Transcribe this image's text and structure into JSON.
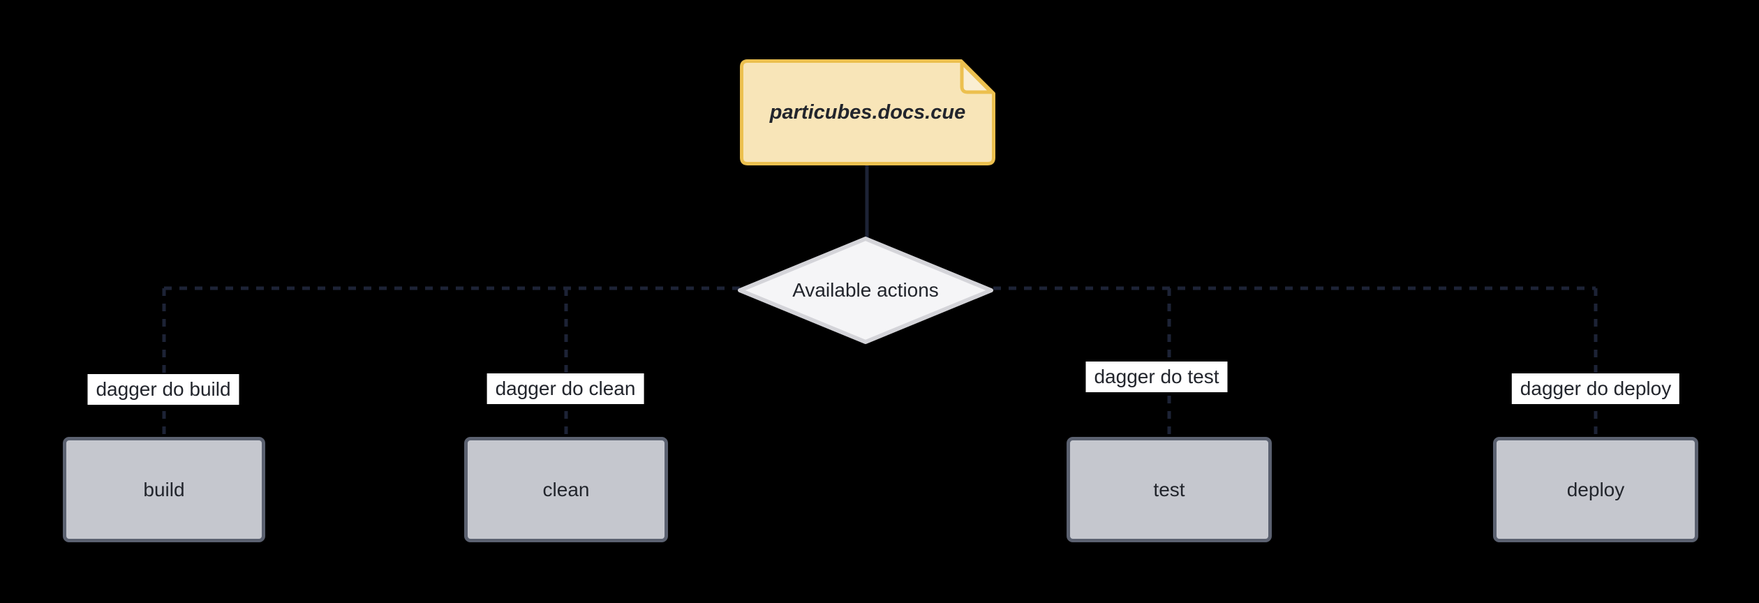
{
  "diagram": {
    "type": "flowchart",
    "source_file": {
      "label": "particubes.docs.cue"
    },
    "decision": {
      "label": "Available actions"
    },
    "actions": [
      {
        "id": "build",
        "label": "build",
        "edge_label": "dagger do build"
      },
      {
        "id": "clean",
        "label": "clean",
        "edge_label": "dagger do clean"
      },
      {
        "id": "test",
        "label": "test",
        "edge_label": "dagger do test"
      },
      {
        "id": "deploy",
        "label": "deploy",
        "edge_label": "dagger do deploy"
      }
    ]
  },
  "theme": {
    "bg": "#000000",
    "edge": "#1d2336",
    "note-fill": "#f8e5b8",
    "note-border": "#ecc04f",
    "note-fold-fill": "#faeed2",
    "decision-fill": "#f5f5f7",
    "decision-border": "#d4d4d9",
    "node-fill": "#c5c7ce",
    "node-border": "#5b6170",
    "label-bg": "#ffffff",
    "text": "#22252c"
  }
}
